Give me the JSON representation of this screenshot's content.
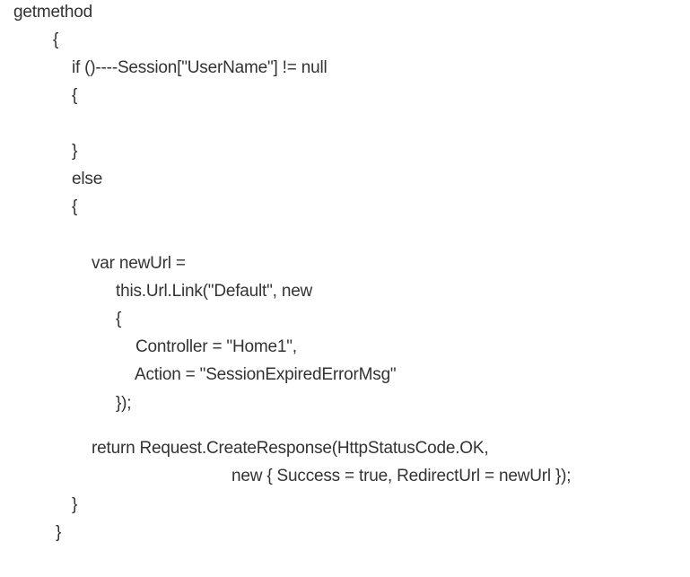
{
  "code": {
    "lines": [
      "getmethod",
      "{",
      "if ()----Session[\"UserName\"] != null",
      "{",
      "}",
      "else",
      "{",
      "var newUrl =",
      "this.Url.Link(\"Default\", new",
      "{",
      "Controller = \"Home1\",",
      "Action = \"SessionExpiredErrorMsg\"",
      "});",
      "return Request.CreateResponse(HttpStatusCode.OK,",
      "new { Success = true, RedirectUrl = newUrl });",
      "}",
      "}"
    ]
  }
}
